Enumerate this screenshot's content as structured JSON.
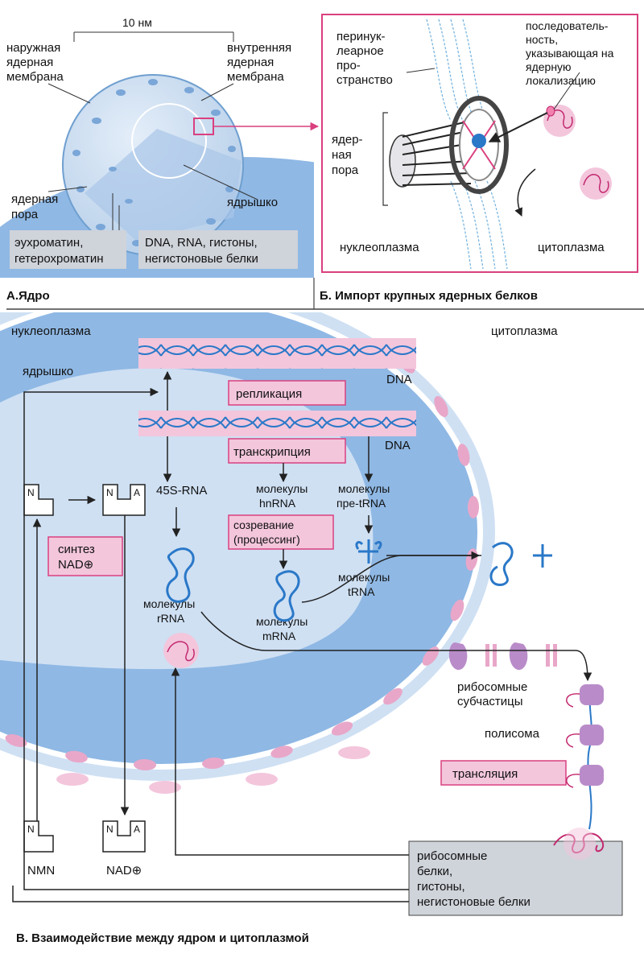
{
  "panel_a": {
    "title": "А.Ядро",
    "scale": "10 нм",
    "outer_membrane": [
      "наружная",
      "ядерная",
      "мембрана"
    ],
    "inner_membrane": [
      "внутренняя",
      "ядерная",
      "мембрана"
    ],
    "pore": [
      "ядерная",
      "пора"
    ],
    "nucleolus": "ядрышко",
    "chromatin": [
      "эухроматин,",
      "гетерохроматин"
    ],
    "contents": [
      "DNA, RNA, гистоны,",
      "негистоновые белки"
    ]
  },
  "panel_b": {
    "title": "Б. Импорт крупных ядерных белков",
    "perinuclear": [
      "перинук-",
      "леарное",
      "про-",
      "странство"
    ],
    "nls": [
      "последователь-",
      "ность,",
      "указывающая на",
      "ядерную",
      "локализацию"
    ],
    "pore": [
      "ядер-",
      "ная",
      "пора"
    ],
    "nucleoplasm": "нуклеоплазма",
    "cytoplasm": "цитоплазма"
  },
  "panel_c": {
    "title": "В.  Взаимодействие между ядром и цитоплазмой",
    "nucleoplasm": "нуклеоплазма",
    "cytoplasm": "цитоплазма",
    "nucleolus": "ядрышко",
    "dna_top": "DNA",
    "dna_bottom": "DNA",
    "replication": "репликация",
    "transcription": "транскрипция",
    "rna45s": "45S-RNA",
    "hnrna": [
      "молекулы",
      "hnRNA"
    ],
    "pretrna": [
      "молекулы",
      "пре-tRNA"
    ],
    "maturation": [
      "созревание",
      "(процессинг)"
    ],
    "nad_synthesis": [
      "синтез",
      "NAD⊕"
    ],
    "rrna": [
      "молекулы",
      "rRNA"
    ],
    "mrna": [
      "молекулы",
      "mRNA"
    ],
    "trna": [
      "молекулы",
      "tRNA"
    ],
    "ribo_sub": [
      "рибосомные",
      "субчастицы"
    ],
    "polysome": "полисома",
    "translation": "трансляция",
    "proteins": [
      "рибосомные",
      "белки,",
      "гистоны,",
      "негистоновые белки"
    ],
    "nmn": "NMN",
    "nad": "NAD⊕",
    "n_letter": "N",
    "a_letter": "A"
  },
  "colors": {
    "nucleus_blue": "#8fb8e4",
    "light_blue": "#cfe0f3",
    "pink": "#e8a7c9",
    "label_pink": "#f3c6dc",
    "frame_pink": "#d9407f",
    "grey_box": "#cfd3da",
    "rna_blue": "#2a78c8"
  }
}
